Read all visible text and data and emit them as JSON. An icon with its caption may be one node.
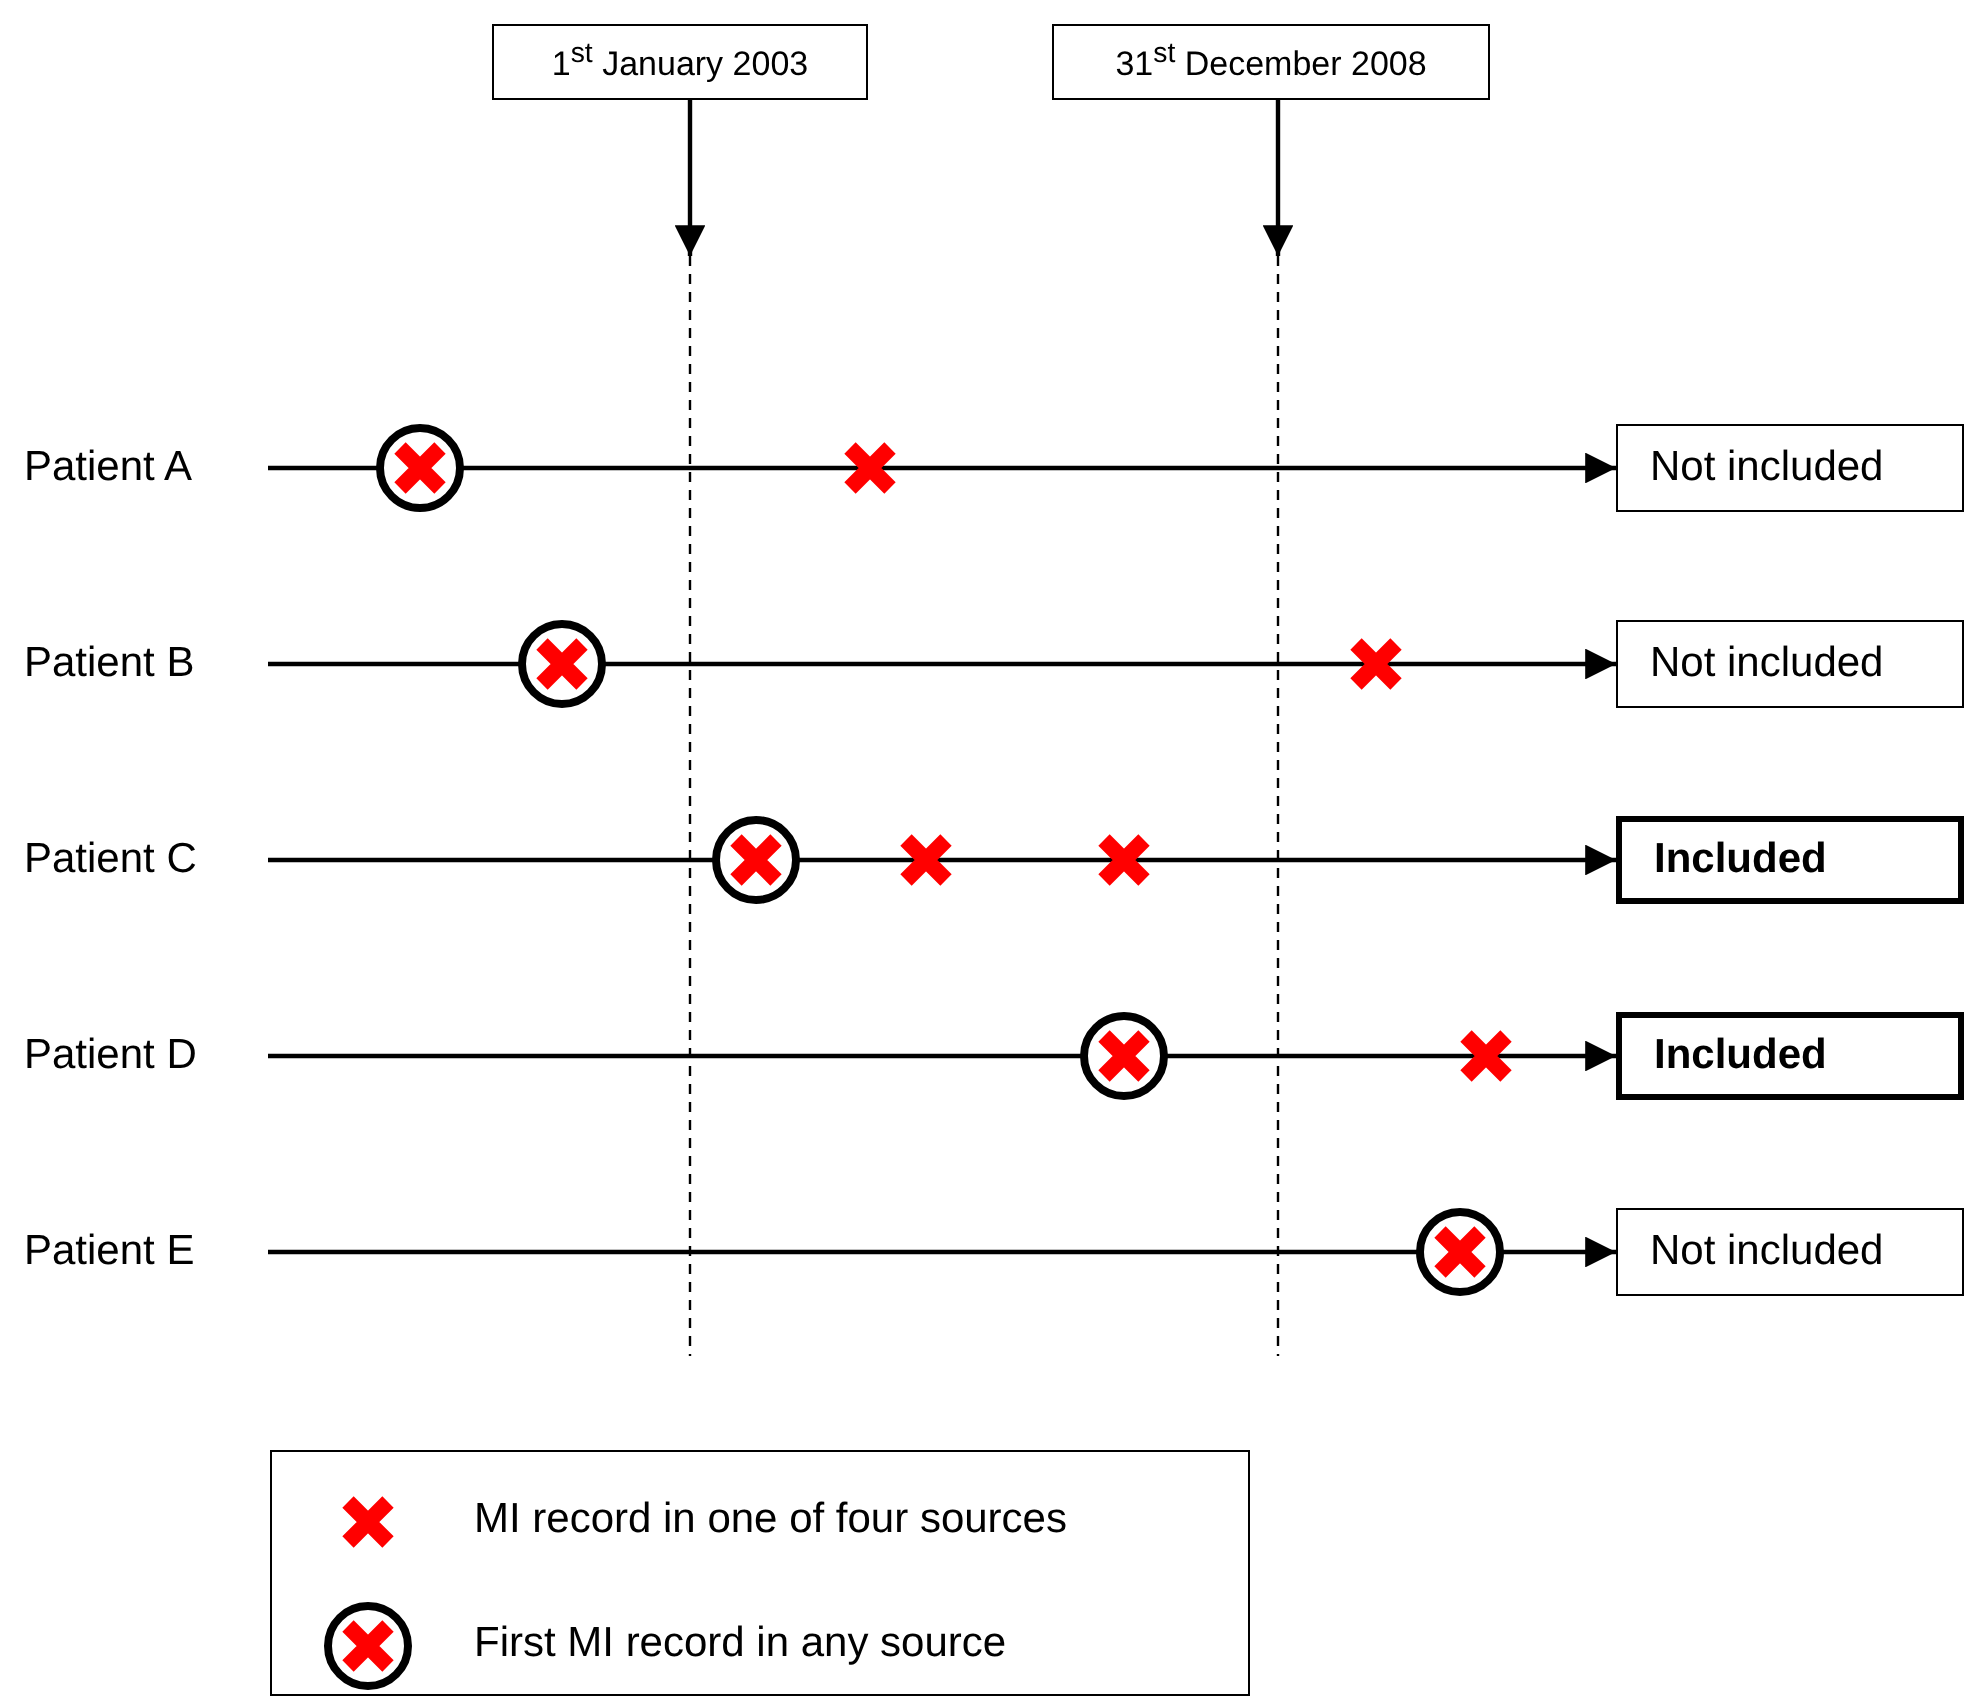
{
  "diagram": {
    "nodes": [
      {
        "text": [
          "1$^{st}$ January 2003"
        ]
      },
      {
        "text": [
          "31$^{st}$ December 2008"
        ]
      },
      {
        "text": [
          "Patient A"
        ]
      },
      {
        "text": [
          "Not included"
        ]
      },
      {
        "text": [
          "Patient B"
        ]
      },
      {
        "text": [
          "Not included"
        ]
      },
      {
        "text": [
          "Patient C"
        ]
      },
      {
        "text": [
          "Included"
        ]
      },
      {
        "text": [
          "Patient D"
        ]
      },
      {
        "text": [
          "Included"
        ]
      },
      {
        "text": [
          "Patient E"
        ]
      },
      {
        "text": [
          "Not included"
        ]
      }
    ],
    "edges": [
      {
        "from": 0,
        "to": null,
        "arrow": "to"
      },
      {
        "from": 1,
        "to": null,
        "arrow": "to"
      },
      {
        "from": 2,
        "to": 3,
        "arrow": "to"
      },
      {
        "from": 4,
        "to": 5,
        "arrow": "to"
      },
      {
        "from": 6,
        "to": 7,
        "arrow": "to"
      },
      {
        "from": 8,
        "to": 9,
        "arrow": "to"
      },
      {
        "from": 10,
        "to": 11,
        "arrow": "to"
      }
    ],
    "legend": [
      {
        "text": "MI record in one of four sources"
      },
      {
        "text": "First MI record in any source"
      }
    ]
  }
}
